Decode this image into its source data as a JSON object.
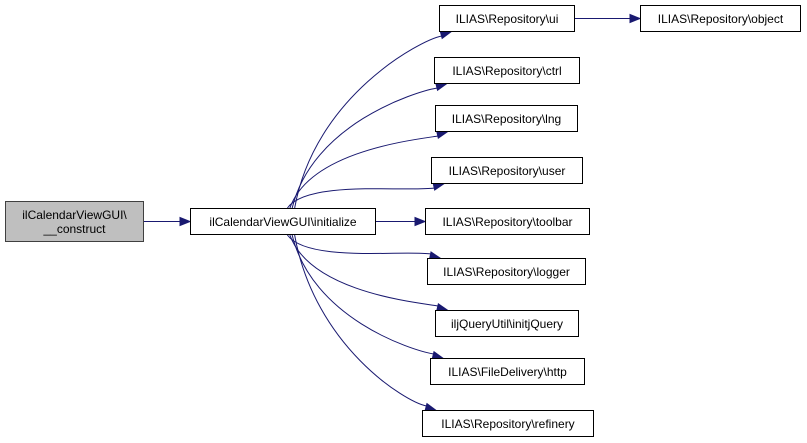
{
  "diagram": {
    "type": "call-graph",
    "edge_color": "#191970",
    "root_fill": "#bfbfbf",
    "nodes": [
      {
        "id": "construct",
        "label": "ilCalendarViewGUI\\\n__construct",
        "root": true
      },
      {
        "id": "initialize",
        "label": "ilCalendarViewGUI\\initialize"
      },
      {
        "id": "ui",
        "label": "ILIAS\\Repository\\ui"
      },
      {
        "id": "object",
        "label": "ILIAS\\Repository\\object"
      },
      {
        "id": "ctrl",
        "label": "ILIAS\\Repository\\ctrl"
      },
      {
        "id": "lng",
        "label": "ILIAS\\Repository\\lng"
      },
      {
        "id": "user",
        "label": "ILIAS\\Repository\\user"
      },
      {
        "id": "toolbar",
        "label": "ILIAS\\Repository\\toolbar"
      },
      {
        "id": "logger",
        "label": "ILIAS\\Repository\\logger"
      },
      {
        "id": "initjquery",
        "label": "iljQueryUtil\\initjQuery"
      },
      {
        "id": "http",
        "label": "ILIAS\\FileDelivery\\http"
      },
      {
        "id": "refinery",
        "label": "ILIAS\\Repository\\refinery"
      }
    ],
    "edges": [
      {
        "from": "construct",
        "to": "initialize"
      },
      {
        "from": "initialize",
        "to": "ui"
      },
      {
        "from": "initialize",
        "to": "ctrl"
      },
      {
        "from": "initialize",
        "to": "lng"
      },
      {
        "from": "initialize",
        "to": "user"
      },
      {
        "from": "initialize",
        "to": "toolbar"
      },
      {
        "from": "initialize",
        "to": "logger"
      },
      {
        "from": "initialize",
        "to": "initjquery"
      },
      {
        "from": "initialize",
        "to": "http"
      },
      {
        "from": "initialize",
        "to": "refinery"
      },
      {
        "from": "ui",
        "to": "object"
      }
    ]
  }
}
